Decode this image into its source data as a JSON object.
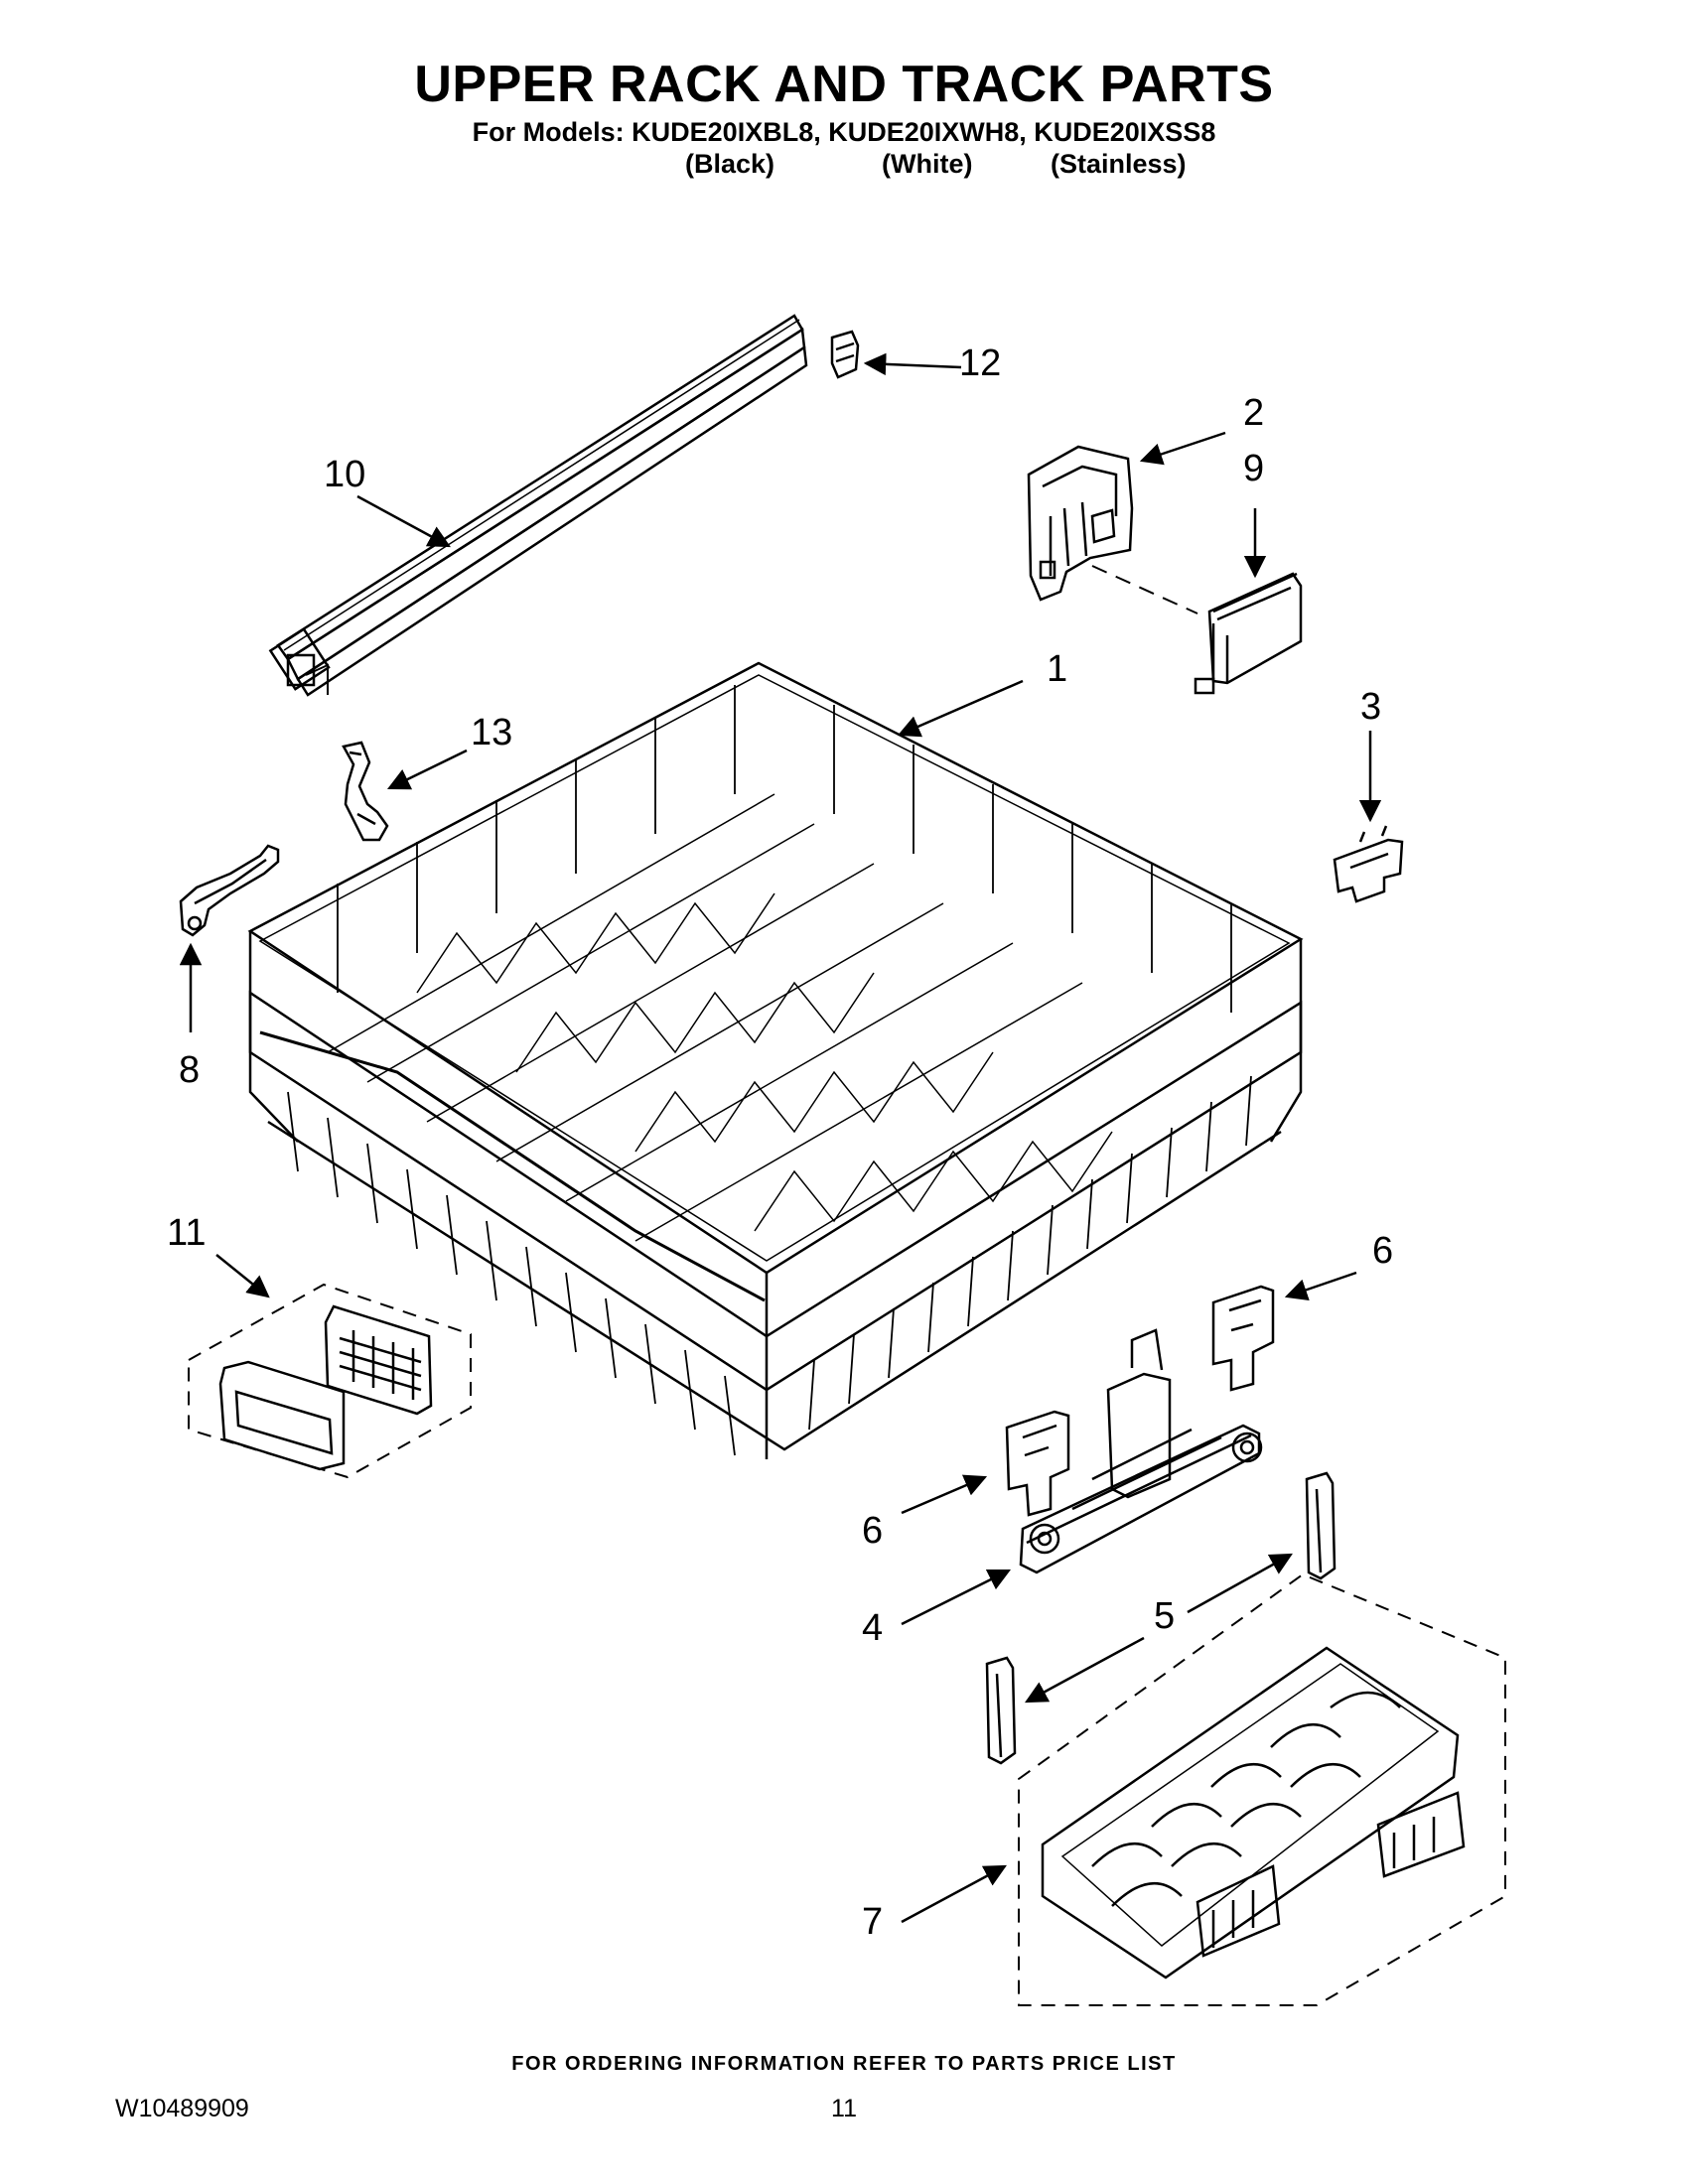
{
  "header": {
    "title": "UPPER RACK AND TRACK PARTS",
    "models_line": "For Models: KUDE20IXBL8, KUDE20IXWH8, KUDE20IXSS8",
    "finish_black": "(Black)",
    "finish_white": "(White)",
    "finish_stainless": "(Stainless)"
  },
  "callouts": {
    "c1": "1",
    "c2": "2",
    "c3": "3",
    "c4": "4",
    "c5": "5",
    "c6a": "6",
    "c6b": "6",
    "c7": "7",
    "c8": "8",
    "c9": "9",
    "c10": "10",
    "c11": "11",
    "c12": "12",
    "c13": "13"
  },
  "footer": {
    "ordering_note": "FOR ORDERING INFORMATION REFER TO PARTS PRICE LIST",
    "doc_number": "W10489909",
    "page_number": "11"
  }
}
